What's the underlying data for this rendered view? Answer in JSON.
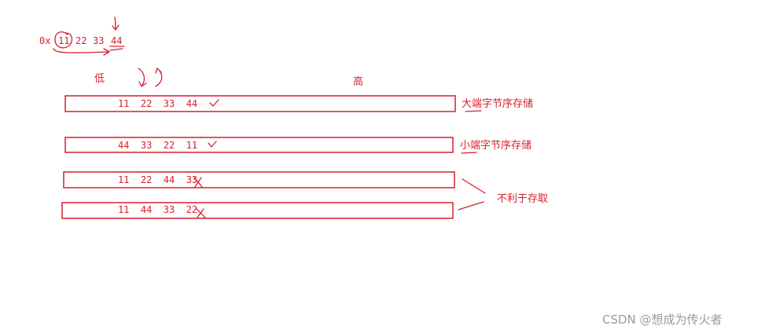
{
  "header": {
    "prefix": "0x",
    "bytes": [
      "11",
      "22",
      "33",
      "44"
    ]
  },
  "labels": {
    "low": "低",
    "high": "高"
  },
  "rows": [
    {
      "bytes": "11  22  33  44",
      "mark": "check",
      "label": "大端字节序存储"
    },
    {
      "bytes": "44  33  22  11",
      "mark": "check",
      "label": "小端字节序存储"
    },
    {
      "bytes": "11  22  44  33",
      "mark": "cross",
      "label": ""
    },
    {
      "bytes": "11  44  33  22",
      "mark": "cross",
      "label": ""
    }
  ],
  "bracket_note": "不利于存取",
  "watermark": "CSDN @想成为传火者",
  "colors": {
    "ink": "#d81e2c",
    "watermark": "#9a9a9a"
  }
}
